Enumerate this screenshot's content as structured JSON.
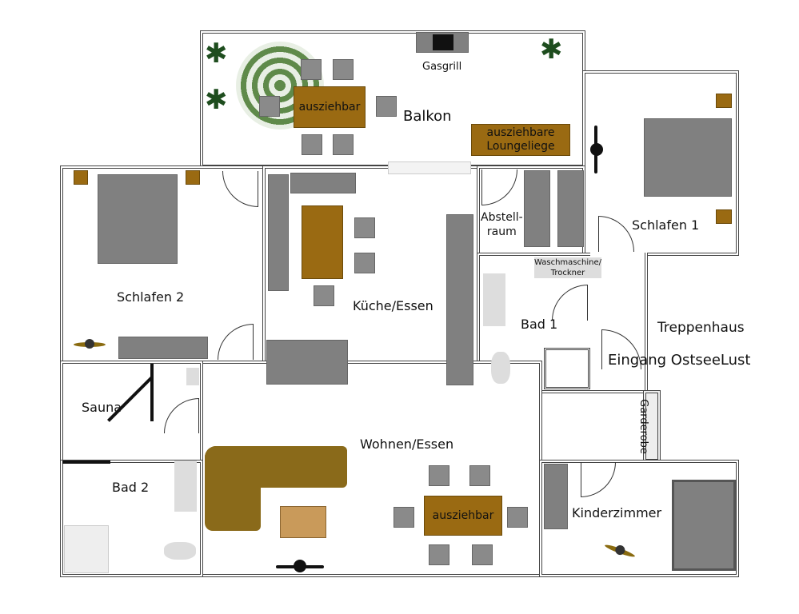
{
  "rooms": {
    "balkon": "Balkon",
    "gasgrill": "Gasgrill",
    "table_balkon": "ausziehbar",
    "lounge": "ausziehbare Loungeliege",
    "schlafen1": "Schlafen 1",
    "schlafen2": "Schlafen 2",
    "kueche": "Küche/Essen",
    "abstell": "Abstell-\nraum",
    "wasch": "Waschmaschine/\nTrockner",
    "bad1": "Bad 1",
    "treppenhaus": "Treppenhaus",
    "eingang": "Eingang OstseeLust",
    "garderobe": "Garderobe",
    "sauna": "Sauna",
    "bad2": "Bad 2",
    "wohnen": "Wohnen/Essen",
    "table_wohnen": "ausziehbar",
    "kinder": "Kinderzimmer"
  },
  "colors": {
    "wood": "#9a6a12",
    "furniture": "#808080",
    "rug": "#5f8a4a"
  }
}
